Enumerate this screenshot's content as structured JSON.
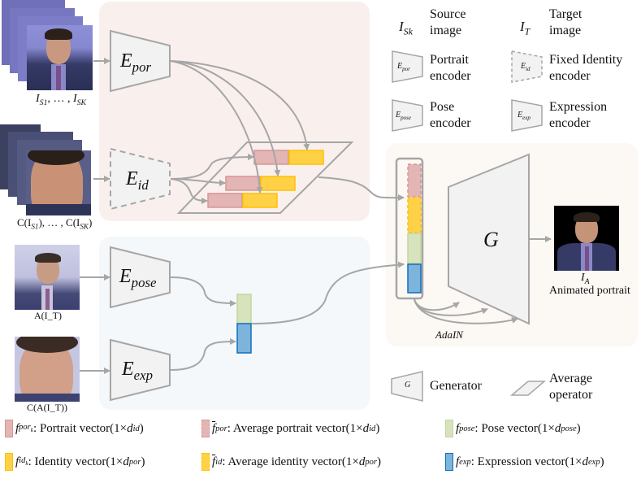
{
  "colors": {
    "stroke_gray": "#a6a6a6",
    "encoder_fill": "#f2f2f2",
    "panel_pink": "#f9f0ee",
    "panel_blue": "#f4f8fa",
    "panel_cream": "#fcf8f4",
    "portrait_vec": "#e3b5b5",
    "portrait_vec_border": "#d99594",
    "identity_vec": "#ffd147",
    "identity_vec_border": "#ffc000",
    "pose_vec": "#d6e3bd",
    "pose_vec_border": "#c3d69b",
    "exp_vec": "#7cb4dc",
    "exp_vec_border": "#0e6fbf"
  },
  "inputs": {
    "source": {
      "caption": "I_S1, …, I_SK",
      "caption_main": "I",
      "sub1": "S1",
      "sub2": "SK",
      "icon": "portrait-photo-stack"
    },
    "cropped_source": {
      "caption_prefix": "C(I",
      "sub1": "S1",
      "sub2": "SK",
      "icon": "face-crop-photo-stack"
    },
    "target_aug": {
      "caption": "A(I_T)",
      "icon": "portrait-photo"
    },
    "target_crop": {
      "caption": "C(A(I_T))",
      "icon": "face-crop-photo"
    }
  },
  "encoders": {
    "portrait": {
      "main": "E",
      "sub": "por"
    },
    "identity": {
      "main": "E",
      "sub": "id"
    },
    "pose": {
      "main": "E",
      "sub": "pose"
    },
    "expression": {
      "main": "E",
      "sub": "exp"
    }
  },
  "generator": {
    "label": "G",
    "adain_label": "AdaIN"
  },
  "output": {
    "symbol": "I",
    "sub": "A",
    "caption": "Animated portrait",
    "icon": "animated-portrait-photo"
  },
  "legend_top": [
    {
      "symbol": "I",
      "sub": "Sk",
      "label_line1": "Source",
      "label_line2": "image"
    },
    {
      "symbol": "I",
      "sub": "T",
      "label_line1": "Target",
      "label_line2": "image"
    },
    {
      "icon_main": "E",
      "icon_sub": "por",
      "label_line1": "Portrait",
      "label_line2": "encoder"
    },
    {
      "icon_main": "E",
      "icon_sub": "id",
      "label_line1": "Fixed Identity",
      "label_line2": "encoder"
    },
    {
      "icon_main": "E",
      "icon_sub": "pose",
      "label_line1": "Pose",
      "label_line2": "encoder"
    },
    {
      "icon_main": "E",
      "icon_sub": "exp",
      "label_line1": "Expression",
      "label_line2": "encoder"
    }
  ],
  "legend_mid": [
    {
      "icon_main": "G",
      "label": "Generator"
    },
    {
      "label_line1": "Average",
      "label_line2": "operator"
    }
  ],
  "legend_bottom": [
    {
      "f": "f",
      "sub": "por",
      "subsub": "k",
      "bar": false,
      "desc": ": Portrait vector(1×",
      "d_sub": "id",
      "style": "portrait"
    },
    {
      "f": "f",
      "sub": "por",
      "subsub": "",
      "bar": true,
      "desc": ": Average portrait vector(1×",
      "d_sub": "id",
      "style": "portrait-dashed"
    },
    {
      "f": "f",
      "sub": "pose",
      "subsub": "",
      "bar": false,
      "desc": ": Pose vector(1×",
      "d_sub": "pose",
      "style": "pose"
    },
    {
      "f": "f",
      "sub": "id",
      "subsub": "k",
      "bar": false,
      "desc": ": Identity vector(1×",
      "d_sub": "por",
      "style": "identity"
    },
    {
      "f": "f",
      "sub": "id",
      "subsub": "",
      "bar": true,
      "desc": ": Average identity vector(1×",
      "d_sub": "por",
      "style": "identity-dashed"
    },
    {
      "f": "f",
      "sub": "exp",
      "subsub": "",
      "bar": false,
      "desc": " : Expression vector(1×",
      "d_sub": "exp",
      "style": "exp"
    }
  ],
  "d_letter": "d",
  "close_paren": ")"
}
